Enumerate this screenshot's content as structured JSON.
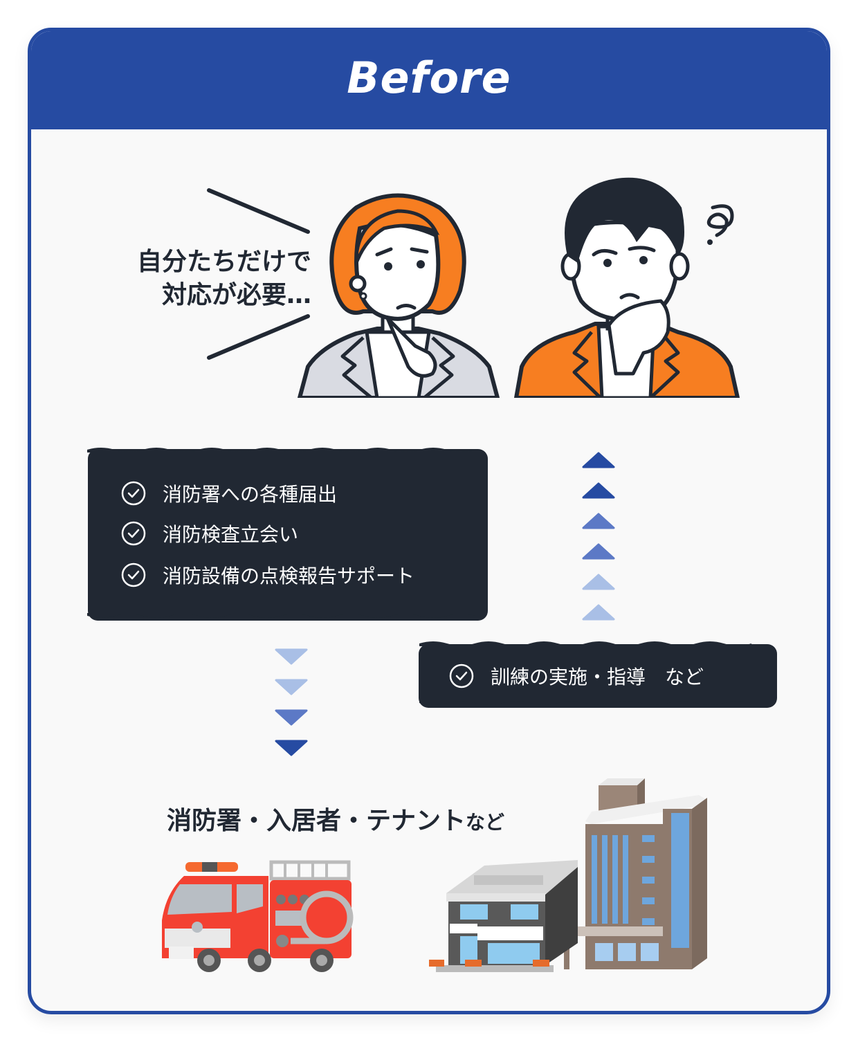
{
  "header": {
    "title": "Before",
    "background_color": "#264ba2"
  },
  "speech": {
    "lines": [
      "自分たちだけで",
      "対応が必要…"
    ]
  },
  "characters": [
    {
      "name": "woman-with-orange-hair",
      "pose": "thinking, finger on chin",
      "jacket_color": "#d9dbe2",
      "hair_color": "#f77e21"
    },
    {
      "name": "man-with-orange-jacket",
      "pose": "thinking, hand on chin",
      "jacket_color": "#f77e21",
      "hair_color": "#212833",
      "icon": "confused-squiggle"
    }
  ],
  "tasks_box": {
    "items": [
      {
        "icon": "check-circle-icon",
        "label": "消防署への各種届出"
      },
      {
        "icon": "check-circle-icon",
        "label": "消防検査立会い"
      },
      {
        "icon": "check-circle-icon",
        "label": "消防設備の点検報告サポート"
      }
    ]
  },
  "training_box": {
    "items": [
      {
        "icon": "check-circle-icon",
        "label": "訓練の実施・指導　など"
      }
    ]
  },
  "arrows": {
    "up": {
      "count": 6,
      "colors": [
        "#264ba2",
        "#264ba2",
        "#5c79c6",
        "#5c79c6",
        "#a9bfe6",
        "#a9bfe6"
      ]
    },
    "down": {
      "count": 4,
      "colors": [
        "#a9bfe6",
        "#a9bfe6",
        "#5c79c6",
        "#264ba2"
      ]
    }
  },
  "destination": {
    "main": "消防署・入居者・テナント",
    "suffix": "など"
  },
  "illustrations": [
    {
      "name": "fire-truck"
    },
    {
      "name": "buildings",
      "description": "two-story cafe building and brown office building"
    }
  ],
  "colors": {
    "primary": "#264ba2",
    "dark": "#212833",
    "accent_orange": "#f77e21",
    "background": "#f9f9f9"
  }
}
